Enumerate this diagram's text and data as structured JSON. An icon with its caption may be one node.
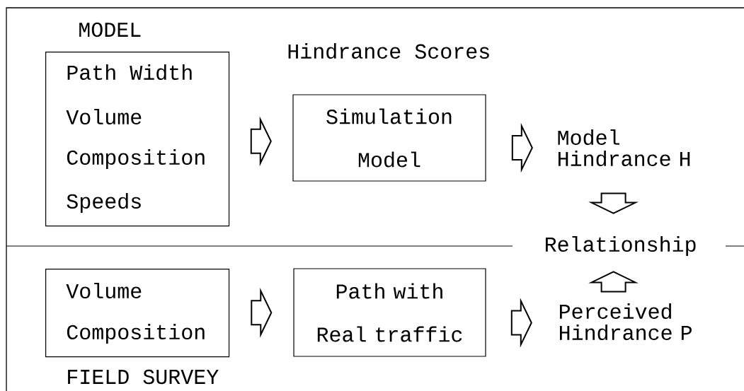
{
  "diagram": {
    "nodes": [
      {
        "text": [
          "Path Width",
          "Volume",
          "Composition",
          "Speeds"
        ]
      },
      {
        "text": [
          "Simulation Model"
        ]
      },
      {
        "text": [
          "Model Hindrance H"
        ]
      },
      {
        "text": [
          "Relationship"
        ]
      },
      {
        "text": [
          "Volume",
          "Composition"
        ]
      },
      {
        "text": [
          "Path with Real traffic"
        ]
      },
      {
        "text": [
          "Perceived Hindrance P"
        ]
      }
    ],
    "edges": [
      {
        "from": 0,
        "to": 1,
        "arrow": "to"
      },
      {
        "from": 1,
        "to": 2,
        "arrow": "to"
      },
      {
        "from": 2,
        "to": 3,
        "arrow": "to"
      },
      {
        "from": 4,
        "to": 5,
        "arrow": "to"
      },
      {
        "from": 5,
        "to": 6,
        "arrow": "to"
      },
      {
        "from": 6,
        "to": 3,
        "arrow": "to"
      }
    ],
    "labels": [
      "MODEL",
      "Hindrance Scores",
      "FIELD SURVEY"
    ]
  }
}
